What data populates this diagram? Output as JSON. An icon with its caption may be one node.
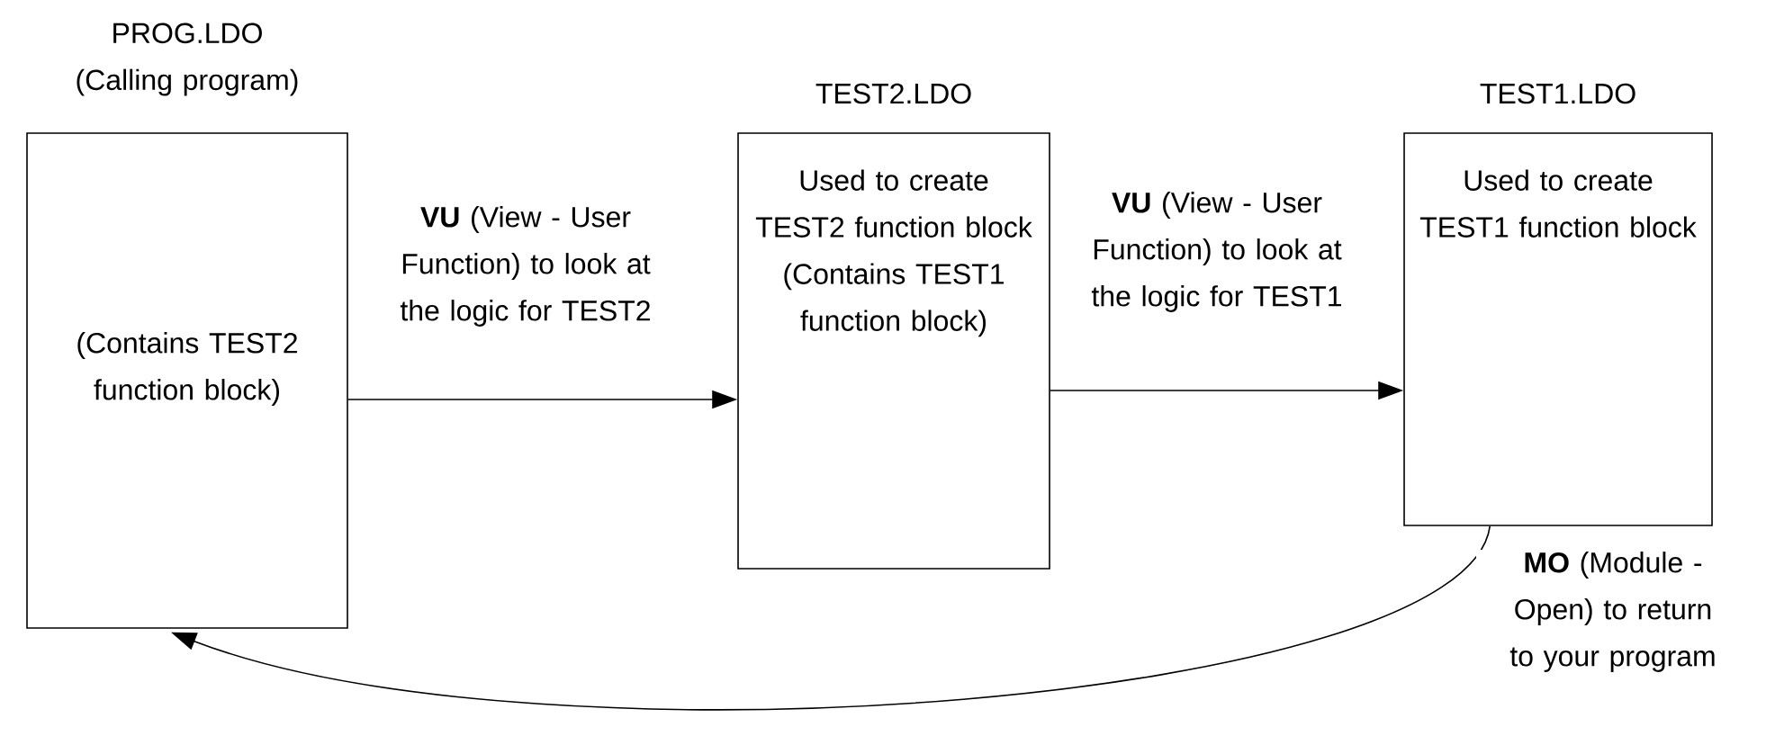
{
  "diagram": {
    "nodes": [
      {
        "text": [
          "PROG.LDO (Calling program)",
          "(Contains TEST2 function block)"
        ]
      },
      {
        "text": [
          "TEST2.LDO",
          "Used to create TEST2 function block",
          "(Contains TEST1 function block)"
        ]
      },
      {
        "text": [
          "TEST1.LDO",
          "Used to create TEST1 function block"
        ]
      }
    ],
    "edges": [
      {
        "from": 0,
        "to": 1,
        "arrow": "to",
        "label": "**VU** (View - User Function) to look at the logic for TEST2"
      },
      {
        "from": 1,
        "to": 2,
        "arrow": "to",
        "label": "**VU** (View - User Function) to look at the logic for TEST1"
      },
      {
        "from": 2,
        "to": 0,
        "arrow": "to",
        "label": "**MO** (Module - Open) to return to your program"
      }
    ]
  }
}
